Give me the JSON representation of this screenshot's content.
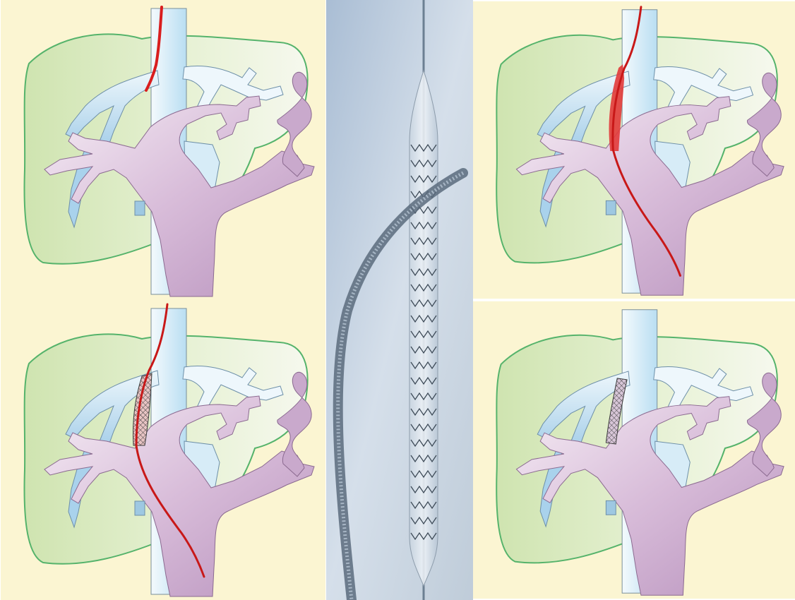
{
  "figure": {
    "panels": [
      {
        "id": "step-1",
        "stage": "guidewire-in-hepatic-vein"
      },
      {
        "id": "step-2",
        "stage": "needle-tract-to-portal-vein"
      },
      {
        "id": "step-3",
        "stage": "stent-deployed-on-catheter"
      },
      {
        "id": "step-4",
        "stage": "stent-in-place"
      }
    ],
    "center_photo": {
      "subject": "covered-stent-on-balloon-catheter"
    }
  },
  "colors": {
    "background": "#fbf5d2",
    "liver": "#dcebc4",
    "liver_outline": "#55b36b",
    "vena_cava": "#c6e4f4",
    "hepatic_vein": "#a9d2ec",
    "portal_vein": "#c9a9cc",
    "portal_vein_light": "#f2e6f0",
    "guidewire": "#d91e1e",
    "stent": "#4a4a4a",
    "photo_bg": "#c8d6e4"
  }
}
